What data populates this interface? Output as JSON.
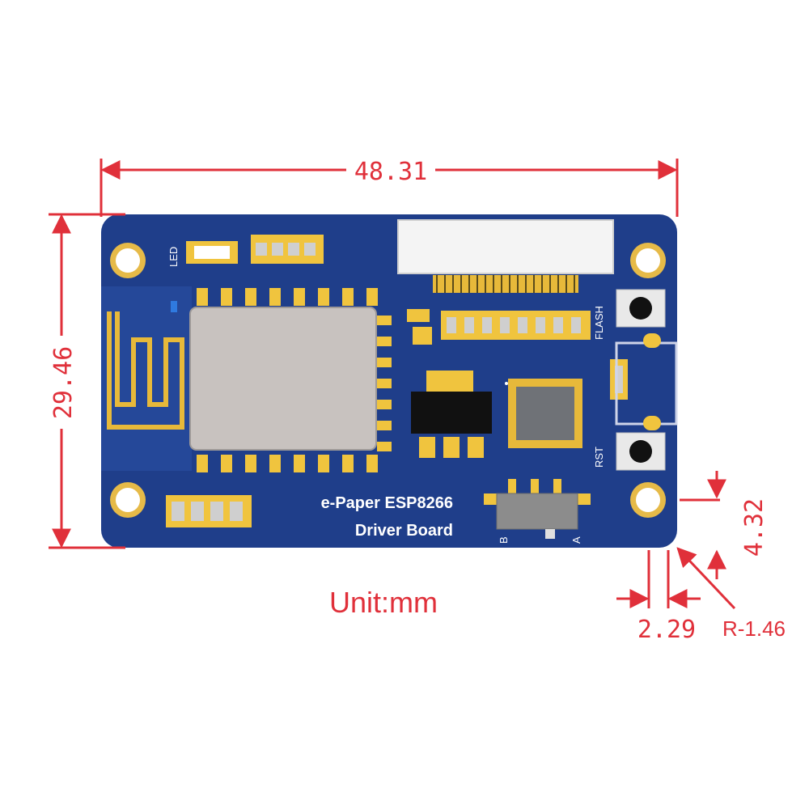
{
  "dimensions": {
    "width": "48.31",
    "height": "29.46",
    "hole_offset": "4.32",
    "edge_offset": "2.29",
    "corner_radius": "R-1.46"
  },
  "unit_label": "Unit:mm",
  "board": {
    "title_line1": "e-Paper ESP8266",
    "title_line2": "Driver Board",
    "led_label": "LED",
    "flash_label": "FLASH",
    "rst_label": "RST",
    "switch_label_b": "B",
    "switch_label_a": "A"
  },
  "colors": {
    "dimension": "#e0303a",
    "pcb": "#1f3e8a",
    "gold": "#e7b93a",
    "module_shield": "#c8c2bf"
  }
}
